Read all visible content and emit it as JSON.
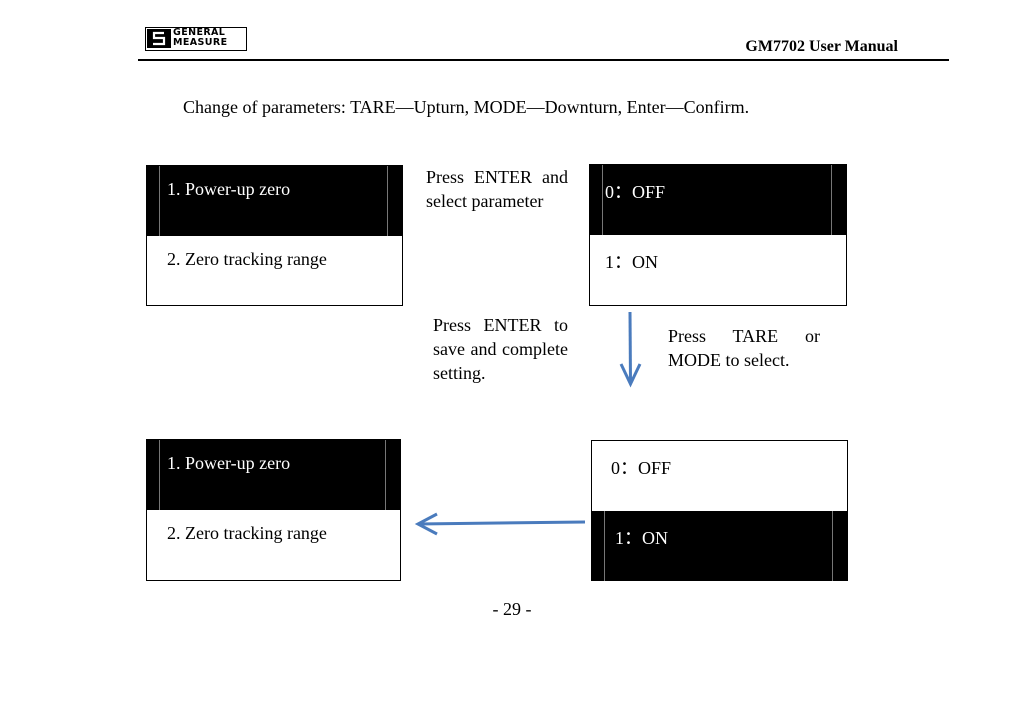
{
  "header": {
    "logo_line1": "GENERAL",
    "logo_line2": "MEASURE",
    "title": "GM7702 User Manual"
  },
  "instruction": "Change of parameters: TARE—Upturn, MODE—Downturn, Enter—Confirm.",
  "menu_top_left": {
    "item1": "1.   Power-up zero",
    "item2": "2. Zero tracking range"
  },
  "note_select_parameter": "Press ENTER and select parameter",
  "menu_top_right": {
    "item1": "0：OFF",
    "item2": "1：ON"
  },
  "note_save": "Press ENTER to save and complete setting.",
  "note_tare_mode": "Press TARE or MODE to select.",
  "menu_bottom_left": {
    "item1": "1.   Power-up zero",
    "item2": "2. Zero tracking range"
  },
  "menu_bottom_right": {
    "item1": "0：OFF",
    "item2": "1：ON"
  },
  "page_number": "- 29 -",
  "colors": {
    "arrow": "#4a7bbd",
    "highlight": "#000000"
  }
}
